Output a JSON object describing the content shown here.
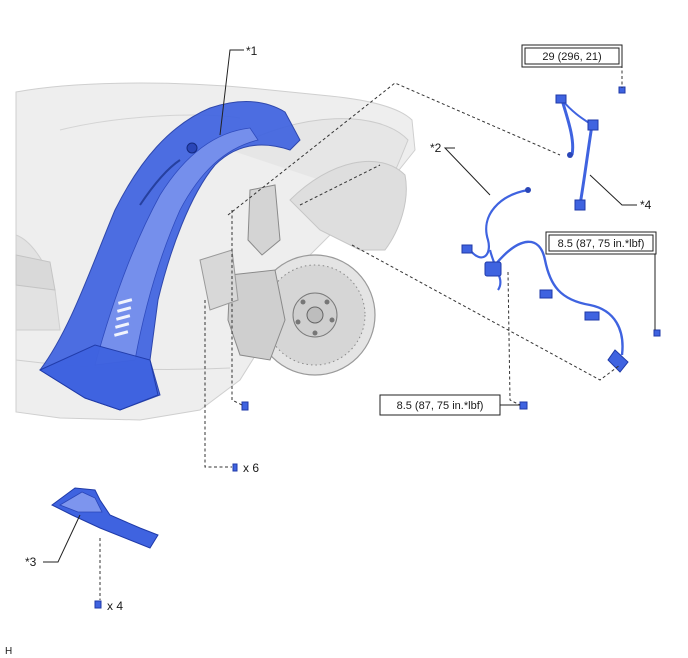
{
  "labels": {
    "p1": "*1",
    "p2": "*2",
    "p3": "*3",
    "p4": "*4",
    "qty6": "x 6",
    "qty4": "x 4",
    "corner": "H"
  },
  "torque_specs": {
    "t1": "29 (296, 21)",
    "t2": "8.5 (87, 75 in.*lbf)",
    "t3": "8.5 (87, 75 in.*lbf)"
  },
  "colors": {
    "part_blue": "#3f63e0",
    "car_gray": "#eeeeee"
  }
}
